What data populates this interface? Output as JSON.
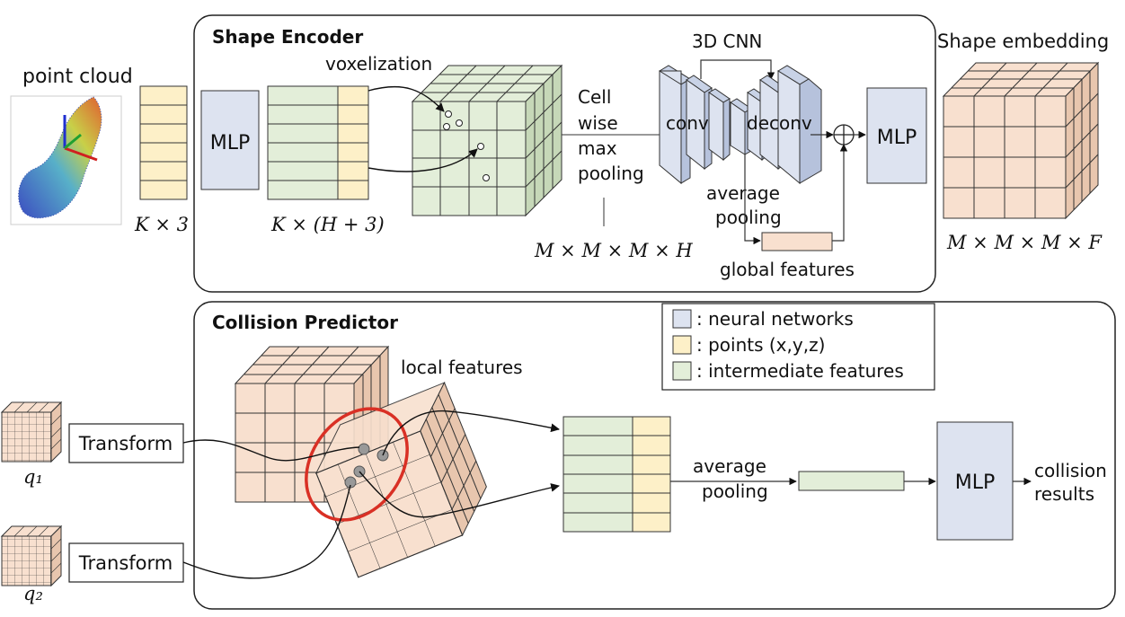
{
  "encoder": {
    "title": "Shape Encoder",
    "point_cloud_label": "point cloud",
    "voxelization_label": "voxelization",
    "mlp_label": "MLP",
    "cell_pool_lines": [
      "Cell",
      "wise",
      "max",
      "pooling"
    ],
    "cnn_title": "3D CNN",
    "conv_label": "conv",
    "deconv_label": "deconv",
    "avg_pool_lines": [
      "average",
      "pooling"
    ],
    "global_features_label": "global features",
    "mlp2_label": "MLP",
    "embedding_label": "Shape embedding",
    "dim_points": "K × 3",
    "dim_features": "K × (H + 3)",
    "dim_voxel": "M × M × M × H",
    "dim_embedding": "M × M × M × F",
    "plus_symbol": "⊕"
  },
  "predictor": {
    "title": "Collision Predictor",
    "local_features_label": "local features",
    "transform1_label": "Transform",
    "transform2_label": "Transform",
    "q1_label": "q₁",
    "q2_label": "q₂",
    "avg_pool_lines": [
      "average",
      "pooling"
    ],
    "mlp_label": "MLP",
    "result_lines": [
      "collision",
      "results"
    ]
  },
  "legend": {
    "items": [
      {
        "label": ": neural networks",
        "color": "#dde3f0"
      },
      {
        "label": ": points (x,y,z)",
        "color": "#fdf0c8"
      },
      {
        "label": ": intermediate features",
        "color": "#e3eed9"
      }
    ]
  },
  "colors": {
    "neural": "#dde3f0",
    "points": "#fdf0c8",
    "intermediate": "#e3eed9",
    "embedding": "#f8e0cf",
    "highlight": "#d93025",
    "stroke": "#333333"
  }
}
